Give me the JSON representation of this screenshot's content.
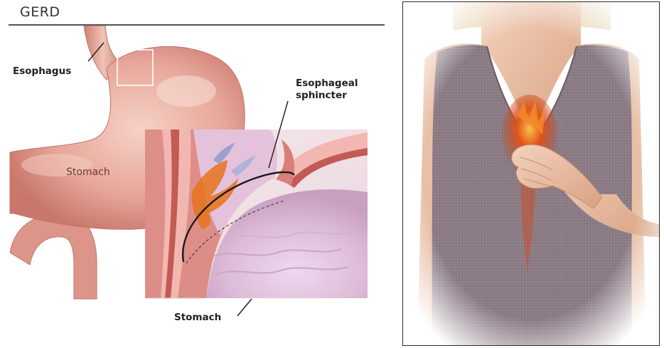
{
  "title": "GERD",
  "labels": {
    "esophagus": "Esophagus",
    "sphincter_line1": "Esophageal",
    "sphincter_line2": "sphincter",
    "stomach_main": "Stomach",
    "stomach_inset": "Stomach"
  },
  "colors": {
    "stomach_outer": "#e7a79a",
    "stomach_inner": "#f3cbc0",
    "lining": "#c65f5a",
    "acid": "#e8721c",
    "shirt": "#8c7c86",
    "skin": "#e9bfa4",
    "burn": "#e2531c"
  },
  "icons": {
    "inset_marker": "inset-box-icon",
    "sphincter_ring": "sphincter-ring-icon",
    "heartburn": "heartburn-glow-icon"
  }
}
